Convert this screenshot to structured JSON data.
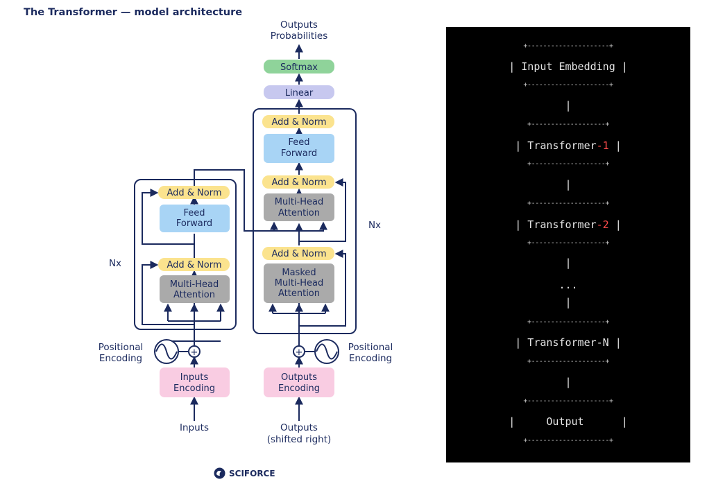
{
  "title": "The Transformer — model architecture",
  "diagram": {
    "outputs_probabilities": [
      "Outputs",
      "Probabilities"
    ],
    "softmax": "Softmax",
    "linear": "Linear",
    "add_norm": "Add & Norm",
    "feed_forward": [
      "Feed",
      "Forward"
    ],
    "multi_head_attention": [
      "Multi-Head",
      "Attention"
    ],
    "masked_multi_head_attention": [
      "Masked",
      "Multi-Head",
      "Attention"
    ],
    "nx": "Nx",
    "positional_encoding": [
      "Positional",
      "Encoding"
    ],
    "inputs_encoding": [
      "Inputs",
      "Encoding"
    ],
    "outputs_encoding": [
      "Outputs",
      "Encoding"
    ],
    "inputs": "Inputs",
    "outputs_shifted": [
      "Outputs",
      "(shifted right)"
    ],
    "plus": "+"
  },
  "brand": "SCIFORCE",
  "terminal": {
    "border_wide": "+---------------------+",
    "border_narrow": "+-------------------+",
    "input_embedding": "| Input Embedding |",
    "pipe": "|",
    "transformer_1_prefix": "| Transformer",
    "transformer_1_suffix": "-1",
    "transformer_2_suffix": "-2",
    "row_end": " |",
    "ellipsis": "...",
    "transformer_n": "| Transformer-N |",
    "output": "|     Output      |",
    "colors": {
      "background": "#000000",
      "text": "#e6e6e6",
      "highlight": "#ff4b4b"
    }
  },
  "colors": {
    "navy": "#1b2a5e",
    "add_norm": "#fbe38e",
    "feed_forward": "#a8d4f5",
    "attention": "#aaaaaa",
    "linear": "#c7c8ef",
    "softmax": "#8fd39a",
    "encoding": "#f9cce2"
  }
}
